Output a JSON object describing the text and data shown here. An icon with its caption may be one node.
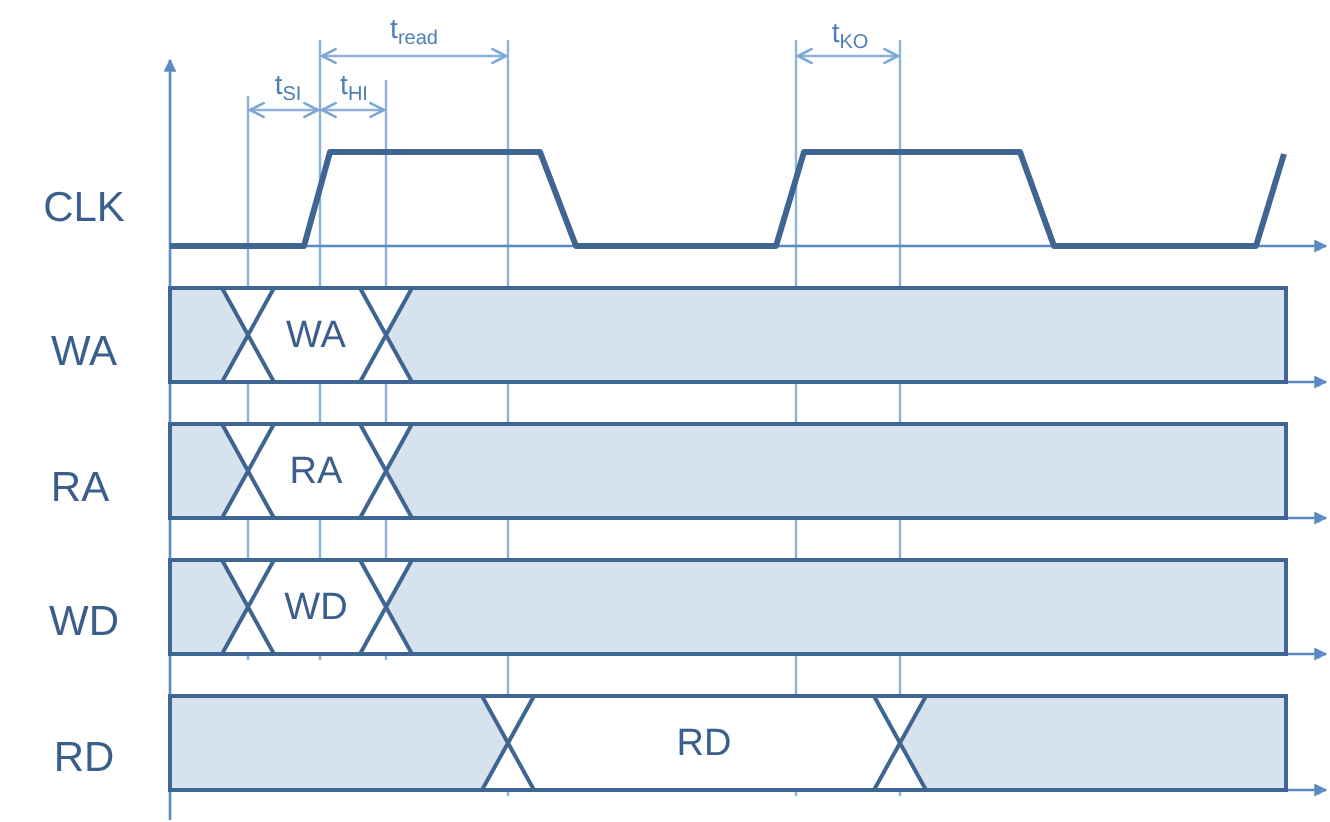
{
  "diagram": {
    "labels": [
      "t$_{read}$",
      "t$_{KO}$",
      "t$_{SI}$",
      "t$_{HI}$",
      "CLK",
      "WA",
      "WA",
      "RA",
      "RA",
      "WD",
      "WD",
      "RD",
      "RD"
    ]
  }
}
